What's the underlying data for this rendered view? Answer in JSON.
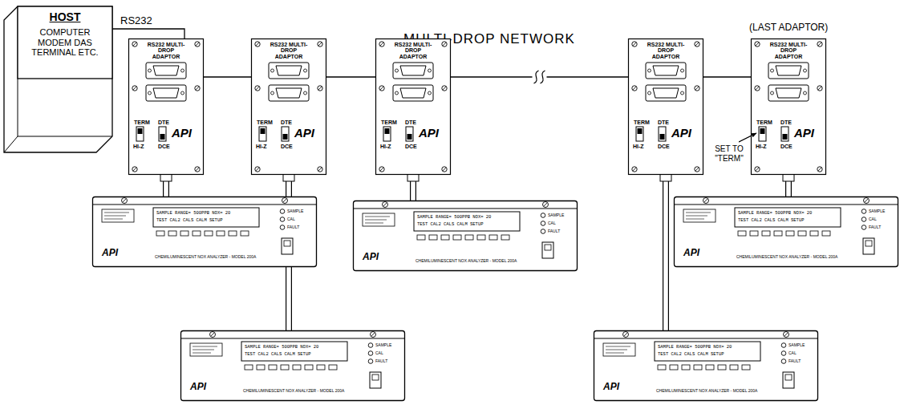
{
  "diagram": {
    "title": "MULTI-DROP NETWORK",
    "nodes": [
      {
        "text": [
          "HOST",
          "COMPUTER MODEM DAS TERMINAL ETC."
        ]
      },
      {
        "text": [
          "RS232 MULTI-DROP ADAPTOR",
          "TERM",
          "DTE",
          "HI-Z",
          "DCE",
          "API"
        ]
      },
      {
        "text": [
          "RS232 MULTI-DROP ADAPTOR",
          "TERM",
          "DTE",
          "HI-Z",
          "DCE",
          "API"
        ]
      },
      {
        "text": [
          "RS232 MULTI-DROP ADAPTOR",
          "TERM",
          "DTE",
          "HI-Z",
          "DCE",
          "API"
        ]
      },
      {
        "text": [
          "RS232 MULTI-DROP ADAPTOR",
          "TERM",
          "DTE",
          "HI-Z",
          "DCE",
          "API"
        ]
      },
      {
        "text": [
          "RS232 MULTI-DROP ADAPTOR",
          "TERM",
          "DTE",
          "HI-Z",
          "DCE",
          "API"
        ]
      },
      {
        "text": [
          "SAMPLE RANGE= 500PPB NOX= 20",
          "TEST CAL2 CALS CALM SETUP",
          "SAMPLE",
          "CAL",
          "FAULT",
          "API",
          "CHEMILUMINESCENT NOX ANALYZER - MODEL 200A"
        ]
      },
      {
        "text": [
          "SAMPLE RANGE= 500PPB NOX= 20",
          "TEST CAL2 CALS CALM SETUP",
          "SAMPLE",
          "CAL",
          "FAULT",
          "API",
          "CHEMILUMINESCENT NOX ANALYZER - MODEL 200A"
        ]
      },
      {
        "text": [
          "SAMPLE RANGE= 500PPB NOX= 20",
          "TEST CAL2 CALS CALM SETUP",
          "SAMPLE",
          "CAL",
          "FAULT",
          "API",
          "CHEMILUMINESCENT NOX ANALYZER - MODEL 200A"
        ]
      },
      {
        "text": [
          "SAMPLE RANGE= 500PPB NOX= 20",
          "TEST CAL2 CALS CALM SETUP",
          "SAMPLE",
          "CAL",
          "FAULT",
          "API",
          "CHEMILUMINESCENT NOX ANALYZER - MODEL 200A"
        ]
      },
      {
        "text": [
          "SAMPLE RANGE= 500PPB NOX= 20",
          "TEST CAL2 CALS CALM SETUP",
          "SAMPLE",
          "CAL",
          "FAULT",
          "API",
          "CHEMILUMINESCENT NOX ANALYZER - MODEL 200A"
        ]
      }
    ],
    "edges": [
      {
        "from": 0,
        "to": 1,
        "label": "RS232",
        "arrow": "none"
      },
      {
        "from": 1,
        "to": 2,
        "arrow": "none"
      },
      {
        "from": 2,
        "to": 3,
        "arrow": "none"
      },
      {
        "from": 3,
        "to": 4,
        "arrow": "none"
      },
      {
        "from": 4,
        "to": 5,
        "arrow": "none"
      },
      {
        "from": 1,
        "to": 6,
        "arrow": "none"
      },
      {
        "from": 2,
        "to": 7,
        "arrow": "none"
      },
      {
        "from": 3,
        "to": 8,
        "arrow": "none"
      },
      {
        "from": 4,
        "to": 9,
        "arrow": "none"
      },
      {
        "from": 5,
        "to": 10,
        "arrow": "none"
      }
    ],
    "labels": [
      "(LAST ADAPTOR)",
      "SET TO \"TERM\""
    ]
  }
}
